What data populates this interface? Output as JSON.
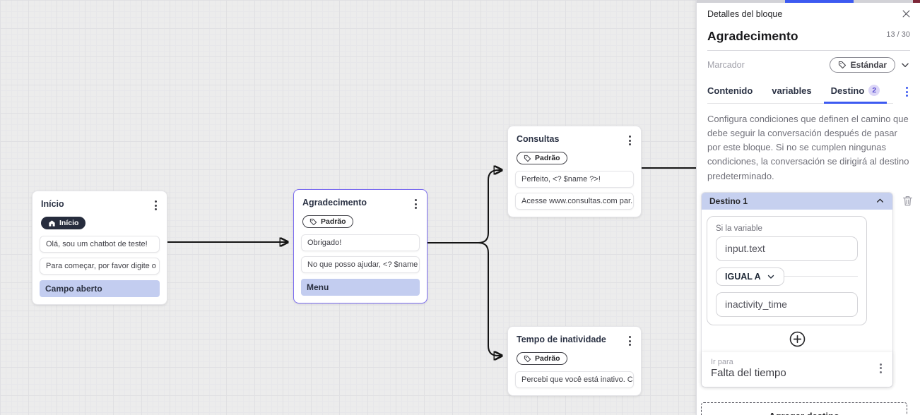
{
  "canvas": {
    "nodes": [
      {
        "title": "Início",
        "badge": "Início",
        "messages": [
          "Olá, sou um chatbot de teste!",
          "Para começar, por favor digite o ..."
        ],
        "action": "Campo aberto"
      },
      {
        "title": "Agradecimento",
        "badge": "Padrão",
        "messages": [
          "Obrigado!",
          "No que posso ajudar, <? $name ..."
        ],
        "action": "Menu"
      },
      {
        "title": "Consultas",
        "badge": "Padrão",
        "messages": [
          "Perfeito, <? $name ?>!",
          "Acesse www.consultas.com par..."
        ]
      },
      {
        "title": "Tempo de inatividade",
        "badge": "Padrão",
        "messages": [
          "Percebi que você está inativo. C..."
        ]
      }
    ]
  },
  "panel": {
    "header": "Detalles del bloque",
    "title": "Agradecimento",
    "counter": "13 / 30",
    "marker_placeholder": "Marcador",
    "marker_value": "Estándar",
    "tabs": [
      {
        "label": "Contenido"
      },
      {
        "label": "variables"
      },
      {
        "label": "Destino",
        "badge": "2",
        "active": true
      }
    ],
    "description": "Configura condiciones que definen el camino que debe seguir la conversación después de pasar por este bloque. Si no se cumplen ningunas condiciones, la conversación se dirigirá al destino predeterminado.",
    "destination": {
      "header": "Destino 1",
      "condition_label": "Si la variable",
      "variable_value": "input.text",
      "operator": "IGUAL A",
      "value": "inactivity_time",
      "goto_label": "Ir para",
      "goto_value": "Falta del tiempo"
    },
    "add_button": "Agregar destino"
  },
  "colors": {
    "accent_blue": "#3d5af1",
    "selected_node_border": "#7b6cf0",
    "action_highlight": "#c3cdf0",
    "destination_header_bg": "#c6d0ef",
    "dark_badge_bg": "#262c3d",
    "tab_badge_bg": "#dcd6f7",
    "edge_stroke": "#141414"
  }
}
